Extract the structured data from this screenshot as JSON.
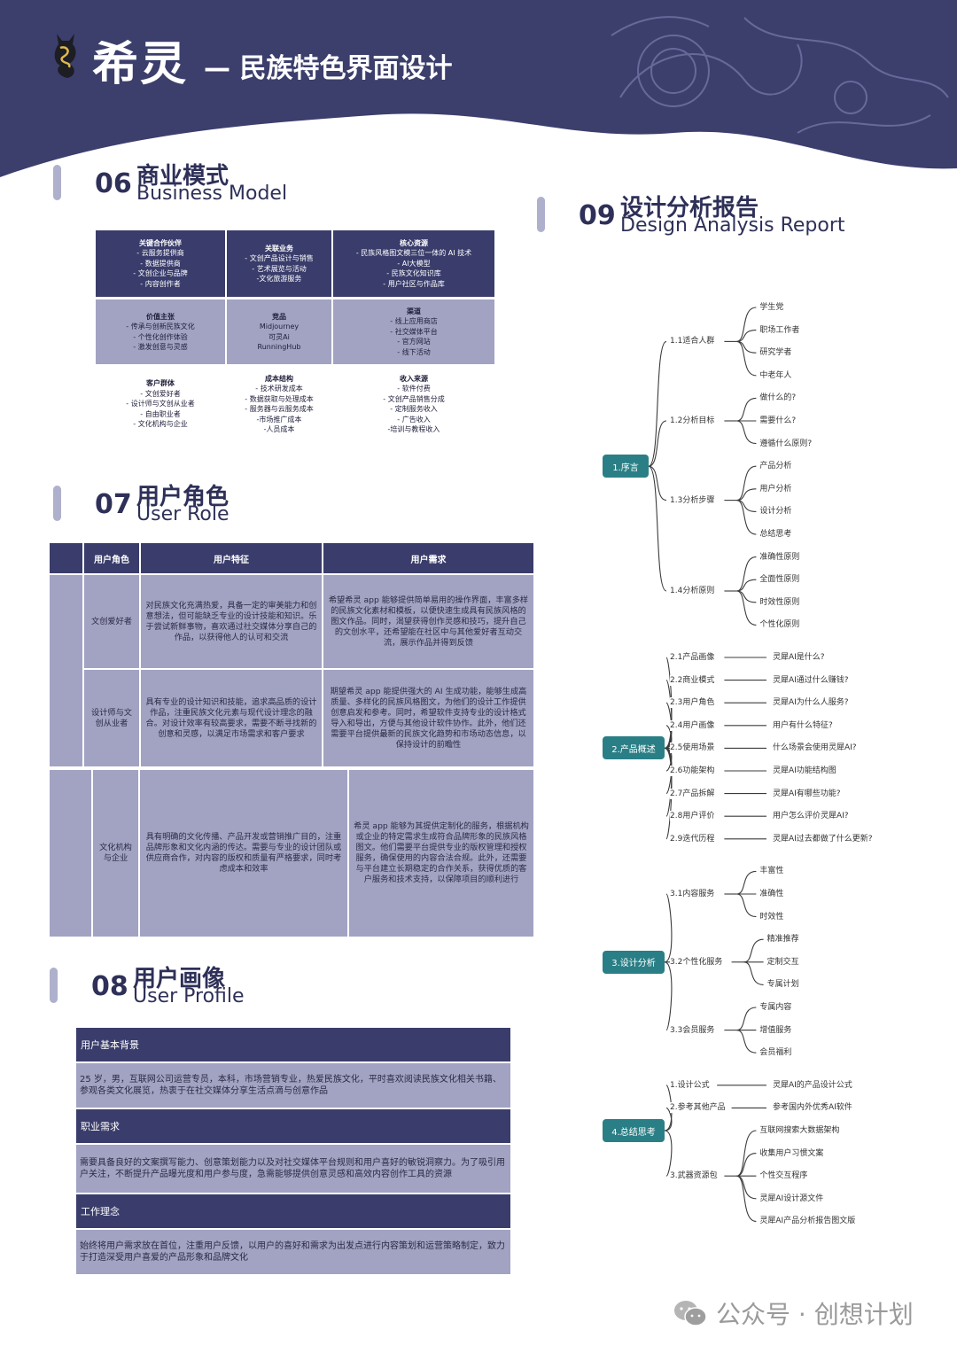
{
  "header": {
    "brand": "希灵",
    "subtitle": "— 民族特色界面设计"
  },
  "sections": {
    "s06": {
      "num": "06",
      "cn": "商业模式",
      "en": "Business Model"
    },
    "s07": {
      "num": "07",
      "cn": "用户角色",
      "en": "User Role"
    },
    "s08": {
      "num": "08",
      "cn": "用户画像",
      "en": "User Profile"
    },
    "s09": {
      "num": "09",
      "cn": "设计分析报告",
      "en": "Design Analysis Report"
    }
  },
  "business_model": {
    "partners": {
      "title": "关键合作伙伴",
      "lines": [
        "- 云服务提供商",
        "- 数据提供商",
        "- 文创企业与品牌",
        "- 内容创作者"
      ]
    },
    "activities": {
      "title": "关联业务",
      "lines": [
        "- 文创产品设计与销售",
        "- 艺术展览与活动",
        "-文化旅游服务"
      ]
    },
    "resources": {
      "title": "核心资源",
      "lines": [
        "- 民族风格图文模三位一体的 AI 技术",
        "- AI大模型",
        "- 民族文化知识库",
        "- 用户社区与作品库"
      ]
    },
    "value": {
      "title": "价值主张",
      "lines": [
        "- 传承与创新民族文化",
        "- 个性化创作体验",
        "- 激发创意与灵感"
      ]
    },
    "competitors": {
      "title": "竞品",
      "lines": [
        "Midjourney",
        "可灵Ai",
        "RunningHub"
      ]
    },
    "channels": {
      "title": "渠道",
      "lines": [
        "- 线上应用商店",
        "- 社交媒体平台",
        "- 官方网站",
        "- 线下活动"
      ]
    },
    "segments": {
      "title": "客户群体",
      "lines": [
        "- 文创爱好者",
        "- 设计师与文创从业者",
        "- 自由职业者",
        "- 文化机构与企业"
      ]
    },
    "costs": {
      "title": "成本结构",
      "lines": [
        "- 技术研发成本",
        "- 数据获取与处理成本",
        "- 服务器与云服务成本",
        "-市场推广成本",
        "-人员成本"
      ]
    },
    "revenue": {
      "title": "收入来源",
      "lines": [
        "- 软件付费",
        "- 文创产品销售分成",
        "- 定制服务收入",
        "- 广告收入",
        "-培训与教程收入"
      ]
    }
  },
  "user_role": {
    "headers": [
      "用户角色",
      "用户特征",
      "用户需求"
    ],
    "rows": [
      {
        "role": "文创爱好者",
        "feature": "对民族文化充满热爱，具备一定的审美能力和创意想法，但可能缺乏专业的设计技能和知识。乐于尝试新鲜事物，喜欢通过社交媒体分享自己的作品，以获得他人的认可和交流",
        "need": "希望希灵 app 能够提供简单易用的操作界面，丰富多样的民族文化素材和模板，以便快速生成具有民族风格的图文作品。同时，渴望获得创作灵感和技巧，提升自己的文创水平，还希望能在社区中与其他爱好者互动交流，展示作品并得到反馈"
      },
      {
        "role": "设计师与文创从业者",
        "feature": "具有专业的设计知识和技能，追求高品质的设计作品，注重民族文化元素与现代设计理念的融合。对设计效率有较高要求，需要不断寻找新的创意和灵感，以满足市场需求和客户要求",
        "need": "期望希灵 app 能提供强大的 AI 生成功能，能够生成高质量、多样化的民族风格图文，为他们的设计工作提供创意启发和参考。同时，希望软件支持专业的设计格式导入和导出，方便与其他设计软件协作。此外，他们还需要平台提供最新的民族文化趋势和市场动态信息，以保持设计的前瞻性"
      },
      {
        "role": "文化机构与企业",
        "feature": "具有明确的文化传播、产品开发或营销推广目的，注重品牌形象和文化内涵的传达。需要与专业的设计团队或供应商合作，对内容的版权和质量有严格要求，同时考虑成本和效率",
        "need": "希灵 app 能够为其提供定制化的服务，根据机构或企业的特定需求生成符合品牌形象的民族风格图文。他们需要平台提供专业的版权管理和授权服务，确保使用的内容合法合规。此外，还需要与平台建立长期稳定的合作关系，获得优质的客户服务和技术支持，以保障项目的顺利进行"
      }
    ]
  },
  "user_profile": [
    {
      "heading": "用户基本背景",
      "body": "25 岁，男，互联网公司运营专员，本科，市场营销专业，热爱民族文化，平时喜欢阅读民族文化相关书籍、参观各类文化展览，热衷于在社交媒体分享生活点滴与创意作品"
    },
    {
      "heading": "职业需求",
      "body": "需要具备良好的文案撰写能力、创意策划能力以及对社交媒体平台规则和用户喜好的敏锐洞察力。为了吸引用户关注，不断提升产品曝光度和用户参与度，急需能够提供创意灵感和高效内容创作工具的资源"
    },
    {
      "heading": "工作理念",
      "body": "始终将用户需求放在首位，注重用户反馈，以用户的喜好和需求为出发点进行内容策划和运营策略制定，致力于打造深受用户喜爱的产品形象和品牌文化"
    }
  ],
  "mindmap": {
    "roots": [
      {
        "label": "1.序言",
        "branches": [
          {
            "label": "1.1适合人群",
            "leaves": [
              "学生党",
              "职场工作者",
              "研究学者",
              "中老年人"
            ]
          },
          {
            "label": "1.2分析目标",
            "leaves": [
              "做什么的?",
              "需要什么?",
              "遵循什么原则?"
            ]
          },
          {
            "label": "1.3分析步骤",
            "leaves": [
              "产品分析",
              "用户分析",
              "设计分析",
              "总结思考"
            ]
          },
          {
            "label": "1.4分析原则",
            "leaves": [
              "准确性原则",
              "全面性原则",
              "时效性原则",
              "个性化原则"
            ]
          }
        ]
      },
      {
        "label": "2.产品概述",
        "branches": [
          {
            "label": "2.1产品画像",
            "leaves": [
              "灵犀AI是什么?"
            ]
          },
          {
            "label": "2.2商业模式",
            "leaves": [
              "灵犀AI通过什么赚钱?"
            ]
          },
          {
            "label": "2.3用户角色",
            "leaves": [
              "灵犀AI为什么人服务?"
            ]
          },
          {
            "label": "2.4用户画像",
            "leaves": [
              "用户有什么特征?"
            ]
          },
          {
            "label": "2.5使用场景",
            "leaves": [
              "什么场景会使用灵犀AI?"
            ]
          },
          {
            "label": "2.6功能架构",
            "leaves": [
              "灵犀AI功能结构图"
            ]
          },
          {
            "label": "2.7产品拆解",
            "leaves": [
              "灵犀AI有哪些功能?"
            ]
          },
          {
            "label": "2.8用户评价",
            "leaves": [
              "用户怎么评价灵犀AI?"
            ]
          },
          {
            "label": "2.9迭代历程",
            "leaves": [
              "灵犀AI过去都做了什么更新?"
            ]
          }
        ]
      },
      {
        "label": "3.设计分析",
        "branches": [
          {
            "label": "3.1内容服务",
            "leaves": [
              "丰富性",
              "准确性",
              "时效性"
            ]
          },
          {
            "label": "3.2个性化服务",
            "leaves": [
              "精准推荐",
              "定制交互",
              "专属计划"
            ]
          },
          {
            "label": "3.3会员服务",
            "leaves": [
              "专属内容",
              "增值服务",
              "会员福利"
            ]
          }
        ]
      },
      {
        "label": "4.总结思考",
        "branches": [
          {
            "label": "1.设计公式",
            "leaves": [
              "灵犀AI的产品设计公式"
            ]
          },
          {
            "label": "2.参考其他产品",
            "leaves": [
              "参考国内外优秀AI软件"
            ]
          },
          {
            "label": "3.武器资源包",
            "leaves": [
              "互联网搜索大数据架构",
              "收集用户习惯文案",
              "个性交互程序",
              "灵犀AI设计源文件",
              "灵犀AI产品分析报告图文版"
            ]
          }
        ]
      }
    ]
  },
  "watermark": {
    "text": "公众号 · 创想计划"
  },
  "colors": {
    "navy": "#3a3d6b",
    "lavender": "#a2a3c2",
    "teal": "#2a7f86",
    "accent_bar": "#aeb0cc"
  }
}
